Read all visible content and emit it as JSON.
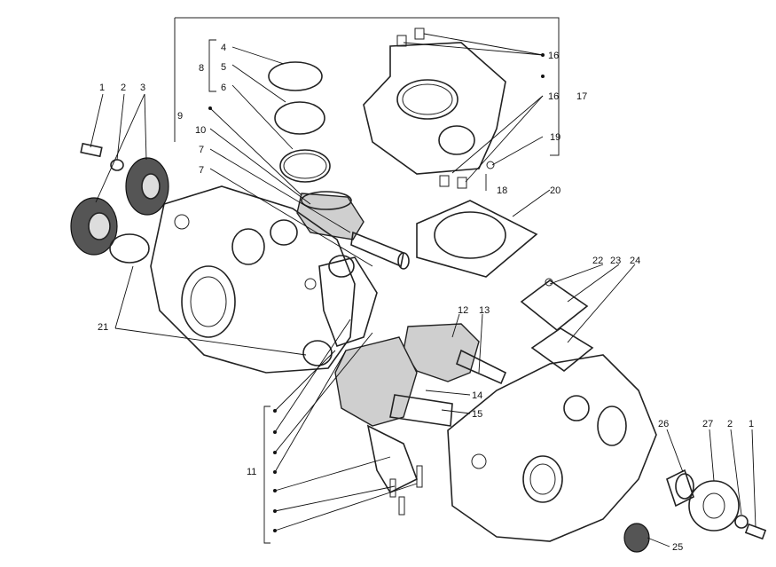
{
  "callouts": [
    {
      "id": "c1a",
      "text": "1"
    },
    {
      "id": "c2a",
      "text": "2"
    },
    {
      "id": "c3",
      "text": "3"
    },
    {
      "id": "c4",
      "text": "4"
    },
    {
      "id": "c5",
      "text": "5"
    },
    {
      "id": "c6",
      "text": "6"
    },
    {
      "id": "c8",
      "text": "8"
    },
    {
      "id": "c9",
      "text": "9"
    },
    {
      "id": "c10",
      "text": "10"
    },
    {
      "id": "c7a",
      "text": "7"
    },
    {
      "id": "c7b",
      "text": "7"
    },
    {
      "id": "c16a",
      "text": "16"
    },
    {
      "id": "c16b",
      "text": "16"
    },
    {
      "id": "c17",
      "text": "17"
    },
    {
      "id": "c19",
      "text": "19"
    },
    {
      "id": "c18",
      "text": "18"
    },
    {
      "id": "c20",
      "text": "20"
    },
    {
      "id": "c22",
      "text": "22"
    },
    {
      "id": "c23",
      "text": "23"
    },
    {
      "id": "c24",
      "text": "24"
    },
    {
      "id": "c12",
      "text": "12"
    },
    {
      "id": "c13",
      "text": "13"
    },
    {
      "id": "c14",
      "text": "14"
    },
    {
      "id": "c15",
      "text": "15"
    },
    {
      "id": "c21",
      "text": "21"
    },
    {
      "id": "c11",
      "text": "11"
    },
    {
      "id": "c26",
      "text": "26"
    },
    {
      "id": "c27",
      "text": "27"
    },
    {
      "id": "c2b",
      "text": "2"
    },
    {
      "id": "c1b",
      "text": "1"
    },
    {
      "id": "c25",
      "text": "25"
    }
  ]
}
